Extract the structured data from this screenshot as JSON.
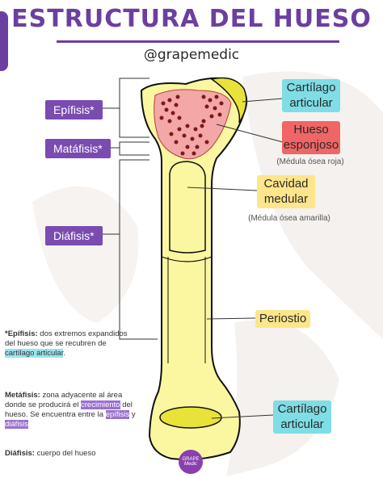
{
  "title": "ESTRUCTURA DEL HUESO",
  "handle": "@grapemedic",
  "left_labels": {
    "epifisis": "Epífisis*",
    "metafisis": "Matáfisis*",
    "diafisis": "Diáfisis*"
  },
  "right_labels": {
    "cartilago_top_1": "Cartílago",
    "cartilago_top_2": "articular",
    "hueso_1": "Hueso",
    "hueso_2": "esponjoso",
    "hueso_sub": "(Médula ósea roja)",
    "cavidad_1": "Cavidad",
    "cavidad_2": "medular",
    "cavidad_sub": "(Médula ósea amarilla)",
    "periostio": "Periostio",
    "cartilago_bottom_1": "Cartílago",
    "cartilago_bottom_2": "articular"
  },
  "notes": {
    "epifisis_term": "*Epífisis:",
    "epifisis_text_1": " dos extremos expandidos del hueso que se recubren de ",
    "epifisis_hl": "cartílago articular",
    "epifisis_end": ".",
    "metafisis_term": "Metáfisis:",
    "metafisis_text_1": " zona adyacente al área donde se producirá el ",
    "metafisis_hl1": "crecimiento",
    "metafisis_text_2": " del hueso. Se encuentra entre la ",
    "metafisis_hl2": "epífisis",
    "metafisis_text_3": " y ",
    "metafisis_hl3": "diáfisis",
    "diafisis_term": "Diáfisis:",
    "diafisis_text": " cuerpo del hueso"
  },
  "logo": {
    "line1": "GRAPE",
    "line2": "Medic"
  },
  "colors": {
    "purple": "#6b3fa0",
    "bone": "#fbf7a0",
    "cartilage": "#e8e23a",
    "spongy": "#f3a7a7",
    "cyan": "#7fdde6",
    "red": "#f06565",
    "yellow": "#fde58a"
  }
}
